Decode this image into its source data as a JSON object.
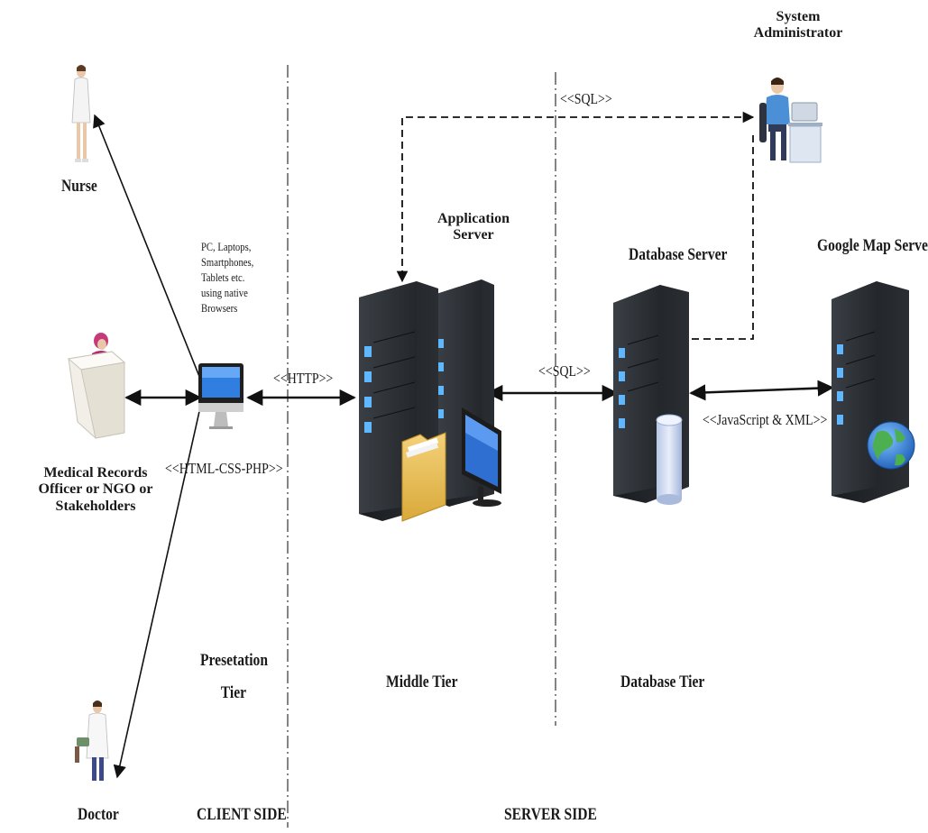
{
  "actors": {
    "nurse": "Nurse",
    "records_officer_line1": "Medical Records",
    "records_officer_line2": "Officer or NGO or",
    "records_officer_line3": "Stakeholders",
    "doctor": "Doctor",
    "sysadmin_line1": "System",
    "sysadmin_line2": "Administrator"
  },
  "client": {
    "device_line1": "PC, Laptops,",
    "device_line2": "Smartphones,",
    "device_line3": "Tablets etc.",
    "device_line4": "using native",
    "device_line5": "Browsers"
  },
  "servers": {
    "app_line1": "Application",
    "app_line2": "Server",
    "db": "Database Server",
    "map": "Google Map Server"
  },
  "protocols": {
    "http": "<<HTTP>>",
    "sql_top": "<<SQL>>",
    "sql_mid": "<<SQL>>",
    "js_xml": "<<JavaScript & XML>>",
    "html_css_php": "<<HTML-CSS-PHP>>"
  },
  "tiers": {
    "presentation_line1": "Presetation",
    "presentation_line2": "Tier",
    "middle": "Middle Tier",
    "database": "Database Tier"
  },
  "sides": {
    "client": "CLIENT SIDE",
    "server": "SERVER SIDE"
  }
}
